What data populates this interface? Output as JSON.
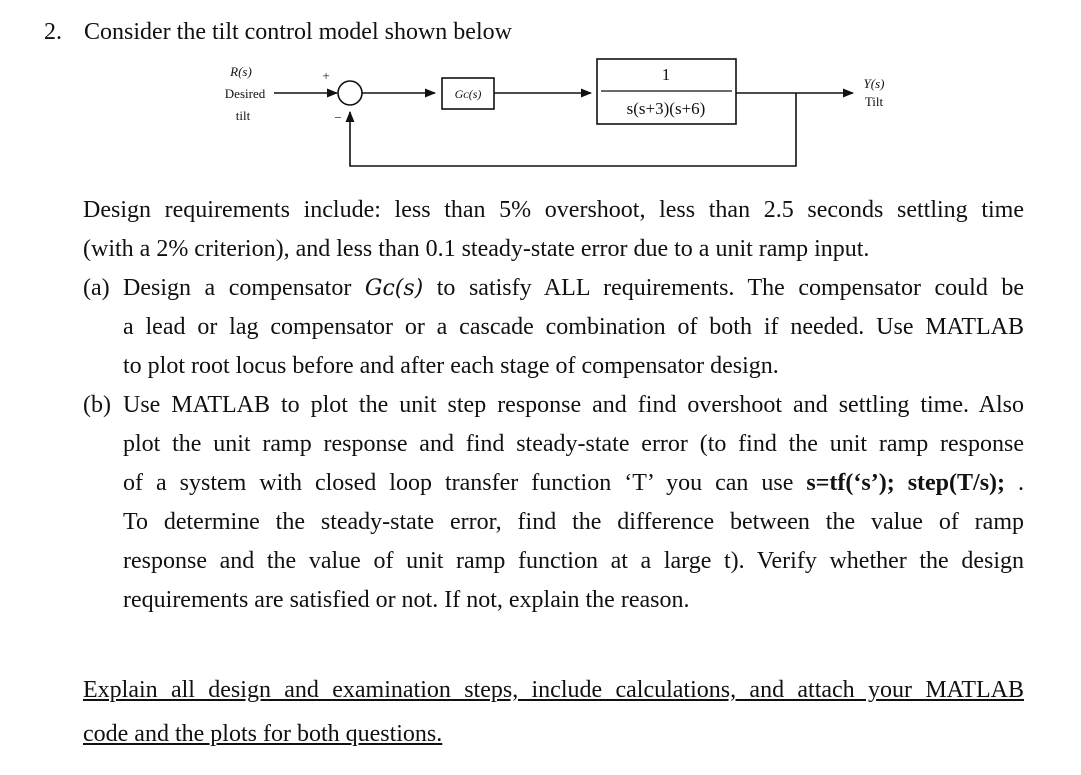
{
  "question": {
    "number": "2.",
    "heading": "Consider the tilt control model shown below"
  },
  "diagram": {
    "input_label": [
      "R(s)",
      "Desired",
      "tilt"
    ],
    "plus_sign": "+",
    "minus_sign": "−",
    "compensator_label": "Gᴄ(s)",
    "plant_numerator": "1",
    "plant_denominator": "s(s+3)(s+6)",
    "output_label": [
      "Y(s)",
      "Tilt"
    ]
  },
  "intro": {
    "line1": "Design requirements include: less than 5% overshoot, less than 2.5 seconds settling time",
    "line2": "(with a 2% criterion), and less than 0.1 steady-state error due to a unit ramp input."
  },
  "part_a": {
    "label": "(a)",
    "line1_pre": "Design a compensator",
    "math": "Gᴄ(s)",
    "line1_post": "to satisfy ALL requirements. The compensator could be",
    "line2": "a lead or lag compensator or a cascade combination of both if needed. Use MATLAB",
    "line3": "to plot root locus before and after each stage of compensator design."
  },
  "part_b": {
    "label": "(b)",
    "line1": "Use MATLAB to plot the unit step response and find overshoot and settling time. Also",
    "line2": "plot the unit ramp response and find steady-state error (to find the unit ramp response",
    "line3_pre": "of a system with closed loop transfer function ‘T’ you can use",
    "line3_code": "s=tf(‘s’); step(T/s);",
    "line3_post": ".",
    "line4": "To determine the steady-state error, find the difference between the value of ramp",
    "line5": "response and the value of unit ramp function at a large t). Verify whether the design",
    "line6": "requirements are satisfied or not. If not, explain the reason."
  },
  "footer": {
    "line1": "Explain all design and examination steps, include calculations, and attach your MATLAB",
    "line2": "code and the plots for both questions."
  }
}
